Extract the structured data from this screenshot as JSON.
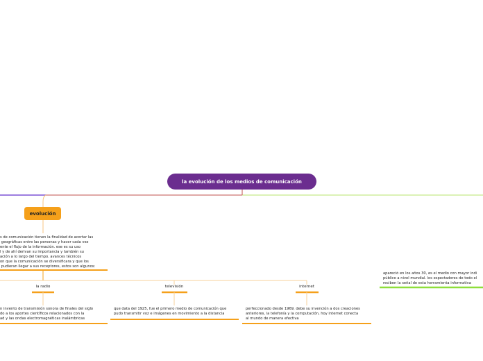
{
  "root_topic": "la evolución de los medios de comunicación",
  "branch": "evolución",
  "intro_text": "s de comunicación tienen la finalidad de acortar las\n geográficas entre las personas y hacer cada vez\nente el flujo de la información. ese es su uso\nl y de ahí derivan su importancia y también su\nación a lo largo del tiempo. avances técnicos\non que la comunicación se diversificara y que los\n pudieran llegar a sus receptores, estos son algunos:",
  "media": [
    {
      "label": "la radio",
      "text": "n invento de transmisión sonora de finales del siglo\ndo a los aportes científicos relacionados con la\nad y las ondas electromagnéticas inalámbricas"
    },
    {
      "label": "televisión",
      "text": "que data del 1925, fue el primero medio de comunicación que\npudo transmitir voz e imágenes en movimiento a la distancia"
    },
    {
      "label": "internet",
      "text": "perfeccionado desde 1969, debe su invención a dos creaciones\nanteriores, la telefonía y la computación, hoy internet conecta\nal mundo de manera efectiva"
    }
  ],
  "right_text": "apareció en los años 30, es el medio con mayor índi\npúblico a nivel mundial. los espectadores de todo el\nreciben la señal de esta herramienta informativa",
  "colors": {
    "root": "#6b2d8f",
    "branch": "#f5a01a",
    "line_purple": "#7b52d6",
    "line_red": "#c0504d",
    "line_green": "#b7e56b",
    "underline_green": "#8ede3a"
  }
}
